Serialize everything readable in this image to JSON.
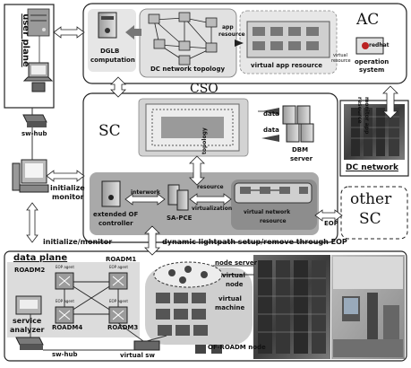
{
  "planes": {
    "user_plane": "user plane",
    "data_plane": "data plane"
  },
  "layers": {
    "ac": "AC",
    "cso": "CSO",
    "sc": "SC",
    "other_sc_line1": "other",
    "other_sc_line2": "SC"
  },
  "ac": {
    "dglb_line1": "DGLB",
    "dglb_line2": "computation",
    "dc_topology": "DC network topology",
    "app_resource_line1": "app",
    "app_resource_line2": "resource",
    "virtual_app_resource": "virtual app resource",
    "virtual_resource_line1": "virtual",
    "virtual_resource_line2": "resource",
    "redhat": "redhat",
    "os_line1": "operation",
    "os_line2": "system",
    "monitor_app_line1": "monitor app",
    "monitor_app_line2": "resource"
  },
  "sc": {
    "data_top": "data",
    "data_bottom": "data",
    "dbm_line1": "DBM",
    "dbm_line2": "server",
    "dc_network": "DC network",
    "topology": "topology",
    "interwork": "interwork",
    "ext_of_line1": "extended OF",
    "ext_of_line2": "controller",
    "sa_pce": "SA-PCE",
    "resource_virt_line1": "resource",
    "resource_virt_line2": "virtualization",
    "vnr_line1": "virtual network",
    "vnr_line2": "resource",
    "eop": "EOP"
  },
  "side": {
    "sw_hub_top": "sw-hub",
    "initialize_line1": "initialize",
    "initialize_line2": "monitor",
    "init_monitor": "initialize/monitor",
    "dynamic_setup": "dynamic lightpath setup/remove through EOP"
  },
  "data_plane": {
    "roadm1": "ROADM1",
    "roadm2": "ROADM2",
    "roadm3": "ROADM3",
    "roadm4": "ROADM4",
    "eop_agent": "EOP agent",
    "service_line1": "service",
    "service_line2": "analyzer",
    "sw_hub_bottom": "sw-hub",
    "virtual_sw": "virtual sw",
    "node_server": "node server",
    "virtual_node_line1": "virtual",
    "virtual_node_line2": "node",
    "virtual_machine_line1": "virtual",
    "virtual_machine_line2": "machine",
    "of_roadm_node": "OF-ROADM node"
  }
}
